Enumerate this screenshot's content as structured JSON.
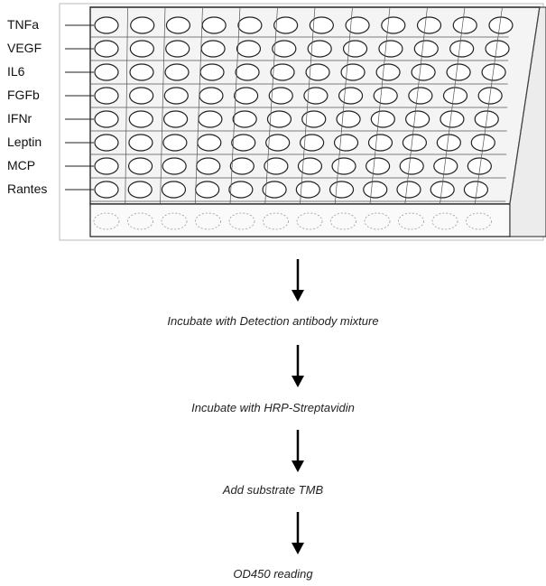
{
  "plate": {
    "row_labels": [
      "TNFa",
      "VEGF",
      "IL6",
      "FGFb",
      "IFNr",
      "Leptin",
      "MCP",
      "Rantes"
    ],
    "columns": 12
  },
  "steps": [
    "Incubate with Detection antibody mixture",
    "Incubate with HRP-Streptavidin",
    "Add substrate TMB",
    "OD450 reading"
  ],
  "colors": {
    "line": "#222222",
    "plate_fill": "#f4f4f4",
    "well_fill": "#ffffff"
  }
}
